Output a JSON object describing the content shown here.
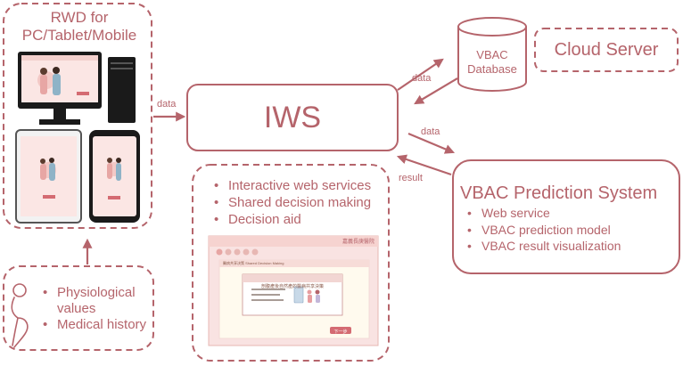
{
  "colors": {
    "accent": "#b5646b",
    "screen_bg": "#f9e3e2",
    "screen_panel": "#fffaee",
    "monitor": "#1a1a1a"
  },
  "rwd": {
    "title_lines": [
      "RWD for",
      "PC/Tablet/Mobile"
    ]
  },
  "patient_data": {
    "icon": "pregnant-woman-icon",
    "items": [
      "Physiological values",
      "Medical history"
    ]
  },
  "iws": {
    "label": "IWS"
  },
  "services": {
    "items": [
      "Interactive web services",
      "Shared decision making",
      "Decision aid"
    ]
  },
  "cloud": {
    "label": "Cloud Server",
    "database_lines": [
      "VBAC",
      "Database"
    ]
  },
  "vbac_system": {
    "title": "VBAC Prediction System",
    "items": [
      "Web service",
      "VBAC prediction model",
      "VBAC result visualization"
    ]
  },
  "arrows": {
    "rwd_to_iws": "data",
    "db_to_iws": "data",
    "iws_to_vps": "data",
    "vps_to_iws": "result"
  },
  "screenshot": {
    "header_text": "嘉義長庚醫院",
    "tab_text": "醫病共享決策 Shared Decision Making",
    "title_text": "剖腹產後自然產的醫病共享決策",
    "next_button": "下一步"
  }
}
